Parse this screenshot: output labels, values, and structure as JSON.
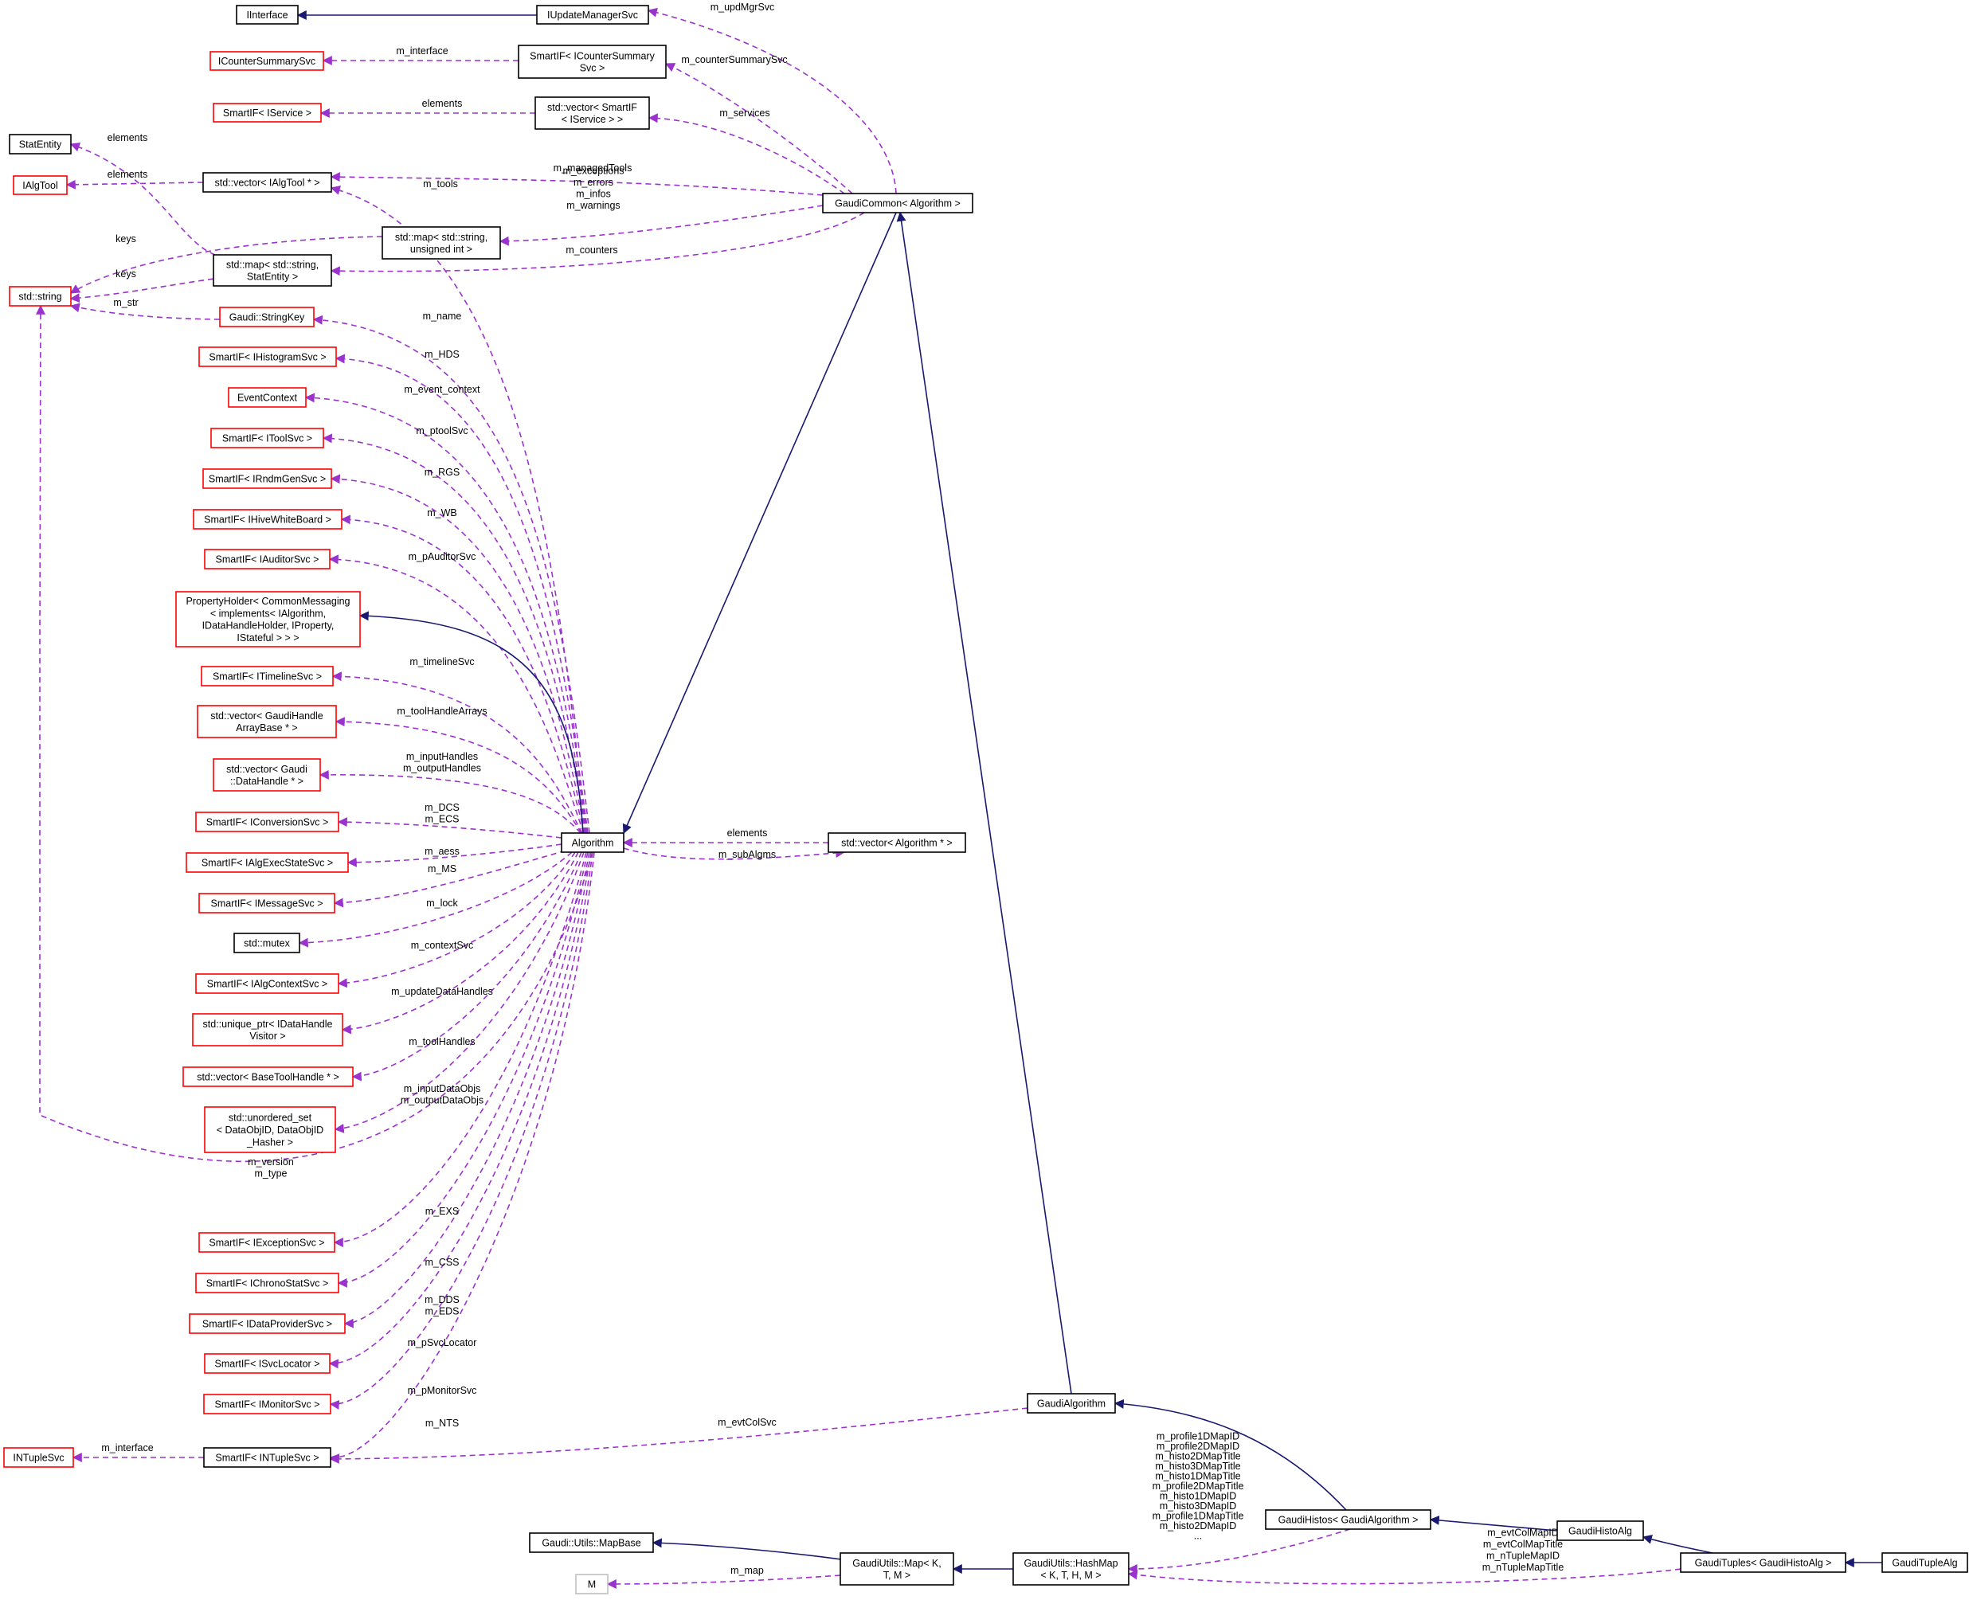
{
  "colors": {
    "inherit_edge": "#191970",
    "member_edge": "#9a32cd",
    "documented_border": "#000000",
    "undocumented_border": "#ff0000",
    "external_border": "#bfbfbf",
    "focus_fill": "#bfbfbf"
  },
  "nodes": [
    {
      "id": "IInterface",
      "lines": [
        "IInterface"
      ],
      "style": "black"
    },
    {
      "id": "IUpdateManagerSvc",
      "lines": [
        "IUpdateManagerSvc"
      ],
      "style": "black"
    },
    {
      "id": "ICounterSummarySvc",
      "lines": [
        "ICounterSummarySvc"
      ],
      "style": "red"
    },
    {
      "id": "SmartIF_ICounterSummarySvc",
      "lines": [
        "SmartIF< ICounterSummary",
        "Svc >"
      ],
      "style": "black"
    },
    {
      "id": "SmartIF_IService",
      "lines": [
        "SmartIF< IService >"
      ],
      "style": "red"
    },
    {
      "id": "vector_SmartIF_IService",
      "lines": [
        "std::vector< SmartIF",
        "< IService > >"
      ],
      "style": "black"
    },
    {
      "id": "StatEntity",
      "lines": [
        "StatEntity"
      ],
      "style": "black"
    },
    {
      "id": "IAlgTool",
      "lines": [
        "IAlgTool"
      ],
      "style": "red"
    },
    {
      "id": "vector_IAlgTool",
      "lines": [
        "std::vector< IAlgTool * >"
      ],
      "style": "black"
    },
    {
      "id": "GaudiCommon_Algorithm",
      "lines": [
        "GaudiCommon< Algorithm >"
      ],
      "style": "black"
    },
    {
      "id": "map_string_uint",
      "lines": [
        "std::map< std::string,",
        "unsigned int >"
      ],
      "style": "black"
    },
    {
      "id": "map_string_StatEntity",
      "lines": [
        "std::map< std::string,",
        "StatEntity >"
      ],
      "style": "black"
    },
    {
      "id": "std_string",
      "lines": [
        "std::string"
      ],
      "style": "red"
    },
    {
      "id": "Gaudi_StringKey",
      "lines": [
        "Gaudi::StringKey"
      ],
      "style": "red"
    },
    {
      "id": "SmartIF_IHistogramSvc",
      "lines": [
        "SmartIF< IHistogramSvc >"
      ],
      "style": "red"
    },
    {
      "id": "EventContext",
      "lines": [
        "EventContext"
      ],
      "style": "red"
    },
    {
      "id": "SmartIF_IToolSvc",
      "lines": [
        "SmartIF< IToolSvc >"
      ],
      "style": "red"
    },
    {
      "id": "SmartIF_IRndmGenSvc",
      "lines": [
        "SmartIF< IRndmGenSvc >"
      ],
      "style": "red"
    },
    {
      "id": "SmartIF_IHiveWhiteBoard",
      "lines": [
        "SmartIF< IHiveWhiteBoard >"
      ],
      "style": "red"
    },
    {
      "id": "SmartIF_IAuditorSvc",
      "lines": [
        "SmartIF< IAuditorSvc >"
      ],
      "style": "red"
    },
    {
      "id": "PropertyHolder",
      "lines": [
        "PropertyHolder< CommonMessaging",
        "< implements< IAlgorithm,",
        "IDataHandleHolder, IProperty,",
        "IStateful > > >"
      ],
      "style": "red"
    },
    {
      "id": "SmartIF_ITimelineSvc",
      "lines": [
        "SmartIF< ITimelineSvc >"
      ],
      "style": "red"
    },
    {
      "id": "vector_GaudiHandleArrayBase",
      "lines": [
        "std::vector< GaudiHandle",
        "ArrayBase * >"
      ],
      "style": "red"
    },
    {
      "id": "vector_DataHandle",
      "lines": [
        "std::vector< Gaudi",
        "::DataHandle * >"
      ],
      "style": "red"
    },
    {
      "id": "SmartIF_IConversionSvc",
      "lines": [
        "SmartIF< IConversionSvc >"
      ],
      "style": "red"
    },
    {
      "id": "SmartIF_IAlgExecStateSvc",
      "lines": [
        "SmartIF< IAlgExecStateSvc >"
      ],
      "style": "red"
    },
    {
      "id": "SmartIF_IMessageSvc",
      "lines": [
        "SmartIF< IMessageSvc >"
      ],
      "style": "red"
    },
    {
      "id": "std_mutex",
      "lines": [
        "std::mutex"
      ],
      "style": "black"
    },
    {
      "id": "SmartIF_IAlgContextSvc",
      "lines": [
        "SmartIF< IAlgContextSvc >"
      ],
      "style": "red"
    },
    {
      "id": "unique_ptr_IDataHandleVisitor",
      "lines": [
        "std::unique_ptr< IDataHandle",
        "Visitor >"
      ],
      "style": "red"
    },
    {
      "id": "vector_BaseToolHandle",
      "lines": [
        "std::vector< BaseToolHandle * >"
      ],
      "style": "red"
    },
    {
      "id": "unordered_set_DataObjID",
      "lines": [
        "std::unordered_set",
        "< DataObjID, DataObjID",
        "_Hasher >"
      ],
      "style": "red"
    },
    {
      "id": "SmartIF_IExceptionSvc",
      "lines": [
        "SmartIF< IExceptionSvc >"
      ],
      "style": "red"
    },
    {
      "id": "SmartIF_IChronoStatSvc",
      "lines": [
        "SmartIF< IChronoStatSvc >"
      ],
      "style": "red"
    },
    {
      "id": "SmartIF_IDataProviderSvc",
      "lines": [
        "SmartIF< IDataProviderSvc >"
      ],
      "style": "red"
    },
    {
      "id": "SmartIF_ISvcLocator",
      "lines": [
        "SmartIF< ISvcLocator >"
      ],
      "style": "red"
    },
    {
      "id": "SmartIF_IMonitorSvc",
      "lines": [
        "SmartIF< IMonitorSvc >"
      ],
      "style": "red"
    },
    {
      "id": "SmartIF_INTupleSvc",
      "lines": [
        "SmartIF< INTupleSvc >"
      ],
      "style": "black"
    },
    {
      "id": "INTupleSvc",
      "lines": [
        "INTupleSvc"
      ],
      "style": "red"
    },
    {
      "id": "Algorithm",
      "lines": [
        "Algorithm"
      ],
      "style": "black"
    },
    {
      "id": "vector_Algorithm",
      "lines": [
        "std::vector< Algorithm * >"
      ],
      "style": "black"
    },
    {
      "id": "GaudiAlgorithm",
      "lines": [
        "GaudiAlgorithm"
      ],
      "style": "black"
    },
    {
      "id": "GaudiHistos_GaudiAlgorithm",
      "lines": [
        "GaudiHistos< GaudiAlgorithm >"
      ],
      "style": "black"
    },
    {
      "id": "GaudiHistoAlg",
      "lines": [
        "GaudiHistoAlg"
      ],
      "style": "black"
    },
    {
      "id": "GaudiTuples_GaudiHistoAlg",
      "lines": [
        "GaudiTuples< GaudiHistoAlg >"
      ],
      "style": "black"
    },
    {
      "id": "GaudiTupleAlg",
      "lines": [
        "GaudiTupleAlg"
      ],
      "style": "focus"
    },
    {
      "id": "Gaudi_Utils_MapBase",
      "lines": [
        "Gaudi::Utils::MapBase"
      ],
      "style": "black"
    },
    {
      "id": "GaudiUtils_Map",
      "lines": [
        "GaudiUtils::Map< K,",
        "T, M >"
      ],
      "style": "black"
    },
    {
      "id": "GaudiUtils_HashMap",
      "lines": [
        "GaudiUtils::HashMap",
        "< K, T, H, M >"
      ],
      "style": "black"
    },
    {
      "id": "M",
      "lines": [
        "M"
      ],
      "style": "grey"
    }
  ],
  "edges": [
    {
      "from": "IUpdateManagerSvc",
      "to": "IInterface",
      "kind": "inherit",
      "labels": []
    },
    {
      "from": "GaudiCommon_Algorithm",
      "to": "IUpdateManagerSvc",
      "kind": "member",
      "labels": [
        "m_updMgrSvc"
      ]
    },
    {
      "from": "SmartIF_ICounterSummarySvc",
      "to": "ICounterSummarySvc",
      "kind": "member",
      "labels": [
        "m_interface"
      ]
    },
    {
      "from": "GaudiCommon_Algorithm",
      "to": "SmartIF_ICounterSummarySvc",
      "kind": "member",
      "labels": [
        "m_counterSummarySvc"
      ]
    },
    {
      "from": "vector_SmartIF_IService",
      "to": "SmartIF_IService",
      "kind": "member",
      "labels": [
        "elements"
      ]
    },
    {
      "from": "GaudiCommon_Algorithm",
      "to": "vector_SmartIF_IService",
      "kind": "member",
      "labels": [
        "m_services"
      ]
    },
    {
      "from": "map_string_StatEntity",
      "to": "StatEntity",
      "kind": "member",
      "labels": [
        "elements"
      ]
    },
    {
      "from": "vector_IAlgTool",
      "to": "IAlgTool",
      "kind": "member",
      "labels": [
        "elements"
      ]
    },
    {
      "from": "GaudiCommon_Algorithm",
      "to": "vector_IAlgTool",
      "kind": "member",
      "labels": [
        "m_managedTools"
      ]
    },
    {
      "from": "Algorithm",
      "to": "vector_IAlgTool",
      "kind": "member",
      "labels": [
        "m_tools"
      ]
    },
    {
      "from": "GaudiCommon_Algorithm",
      "to": "map_string_uint",
      "kind": "member",
      "labels": [
        "m_exceptions",
        "m_errors",
        "m_infos",
        "m_warnings"
      ]
    },
    {
      "from": "GaudiCommon_Algorithm",
      "to": "map_string_StatEntity",
      "kind": "member",
      "labels": [
        "m_counters"
      ]
    },
    {
      "from": "map_string_uint",
      "to": "std_string",
      "kind": "member",
      "labels": [
        "keys"
      ]
    },
    {
      "from": "map_string_StatEntity",
      "to": "std_string",
      "kind": "member",
      "labels": [
        "keys"
      ]
    },
    {
      "from": "Gaudi_StringKey",
      "to": "std_string",
      "kind": "member",
      "labels": [
        "m_str"
      ]
    },
    {
      "from": "Algorithm",
      "to": "std_string",
      "kind": "member",
      "labels": [
        "m_version",
        "m_type"
      ]
    },
    {
      "from": "Algorithm",
      "to": "Gaudi_StringKey",
      "kind": "member",
      "labels": [
        "m_name"
      ]
    },
    {
      "from": "Algorithm",
      "to": "SmartIF_IHistogramSvc",
      "kind": "member",
      "labels": [
        "m_HDS"
      ]
    },
    {
      "from": "Algorithm",
      "to": "EventContext",
      "kind": "member",
      "labels": [
        "m_event_context"
      ]
    },
    {
      "from": "Algorithm",
      "to": "SmartIF_IToolSvc",
      "kind": "member",
      "labels": [
        "m_ptoolSvc"
      ]
    },
    {
      "from": "Algorithm",
      "to": "SmartIF_IRndmGenSvc",
      "kind": "member",
      "labels": [
        "m_RGS"
      ]
    },
    {
      "from": "Algorithm",
      "to": "SmartIF_IHiveWhiteBoard",
      "kind": "member",
      "labels": [
        "m_WB"
      ]
    },
    {
      "from": "Algorithm",
      "to": "SmartIF_IAuditorSvc",
      "kind": "member",
      "labels": [
        "m_pAuditorSvc"
      ]
    },
    {
      "from": "Algorithm",
      "to": "PropertyHolder",
      "kind": "inherit",
      "labels": []
    },
    {
      "from": "Algorithm",
      "to": "SmartIF_ITimelineSvc",
      "kind": "member",
      "labels": [
        "m_timelineSvc"
      ]
    },
    {
      "from": "Algorithm",
      "to": "vector_GaudiHandleArrayBase",
      "kind": "member",
      "labels": [
        "m_toolHandleArrays"
      ]
    },
    {
      "from": "Algorithm",
      "to": "vector_DataHandle",
      "kind": "member",
      "labels": [
        "m_inputHandles",
        "m_outputHandles"
      ]
    },
    {
      "from": "Algorithm",
      "to": "SmartIF_IConversionSvc",
      "kind": "member",
      "labels": [
        "m_DCS",
        "m_ECS"
      ]
    },
    {
      "from": "Algorithm",
      "to": "SmartIF_IAlgExecStateSvc",
      "kind": "member",
      "labels": [
        "m_aess"
      ]
    },
    {
      "from": "Algorithm",
      "to": "SmartIF_IMessageSvc",
      "kind": "member",
      "labels": [
        "m_MS"
      ]
    },
    {
      "from": "Algorithm",
      "to": "std_mutex",
      "kind": "member",
      "labels": [
        "m_lock"
      ]
    },
    {
      "from": "Algorithm",
      "to": "SmartIF_IAlgContextSvc",
      "kind": "member",
      "labels": [
        "m_contextSvc"
      ]
    },
    {
      "from": "Algorithm",
      "to": "unique_ptr_IDataHandleVisitor",
      "kind": "member",
      "labels": [
        "m_updateDataHandles"
      ]
    },
    {
      "from": "Algorithm",
      "to": "vector_BaseToolHandle",
      "kind": "member",
      "labels": [
        "m_toolHandles"
      ]
    },
    {
      "from": "Algorithm",
      "to": "unordered_set_DataObjID",
      "kind": "member",
      "labels": [
        "m_inputDataObjs",
        "m_outputDataObjs"
      ]
    },
    {
      "from": "Algorithm",
      "to": "SmartIF_IExceptionSvc",
      "kind": "member",
      "labels": [
        "m_EXS"
      ]
    },
    {
      "from": "Algorithm",
      "to": "SmartIF_IChronoStatSvc",
      "kind": "member",
      "labels": [
        "m_CSS"
      ]
    },
    {
      "from": "Algorithm",
      "to": "SmartIF_IDataProviderSvc",
      "kind": "member",
      "labels": [
        "m_DDS",
        "m_EDS"
      ]
    },
    {
      "from": "Algorithm",
      "to": "SmartIF_ISvcLocator",
      "kind": "member",
      "labels": [
        "m_pSvcLocator"
      ]
    },
    {
      "from": "Algorithm",
      "to": "SmartIF_IMonitorSvc",
      "kind": "member",
      "labels": [
        "m_pMonitorSvc"
      ]
    },
    {
      "from": "Algorithm",
      "to": "SmartIF_INTupleSvc",
      "kind": "member",
      "labels": [
        "m_NTS"
      ]
    },
    {
      "from": "SmartIF_INTupleSvc",
      "to": "INTupleSvc",
      "kind": "member",
      "labels": [
        "m_interface"
      ]
    },
    {
      "from": "GaudiAlgorithm",
      "to": "SmartIF_INTupleSvc",
      "kind": "member",
      "labels": [
        "m_evtColSvc"
      ]
    },
    {
      "from": "vector_Algorithm",
      "to": "Algorithm",
      "kind": "member",
      "labels": [
        "elements"
      ]
    },
    {
      "from": "Algorithm",
      "to": "vector_Algorithm",
      "kind": "member",
      "labels": [
        "m_subAlgms"
      ]
    },
    {
      "from": "GaudiCommon_Algorithm",
      "to": "Algorithm",
      "kind": "inherit",
      "labels": []
    },
    {
      "from": "GaudiAlgorithm",
      "to": "GaudiCommon_Algorithm",
      "kind": "inherit",
      "labels": []
    },
    {
      "from": "GaudiHistos_GaudiAlgorithm",
      "to": "GaudiAlgorithm",
      "kind": "inherit",
      "labels": []
    },
    {
      "from": "GaudiHistoAlg",
      "to": "GaudiHistos_GaudiAlgorithm",
      "kind": "inherit",
      "labels": []
    },
    {
      "from": "GaudiTuples_GaudiHistoAlg",
      "to": "GaudiHistoAlg",
      "kind": "inherit",
      "labels": []
    },
    {
      "from": "GaudiTupleAlg",
      "to": "GaudiTuples_GaudiHistoAlg",
      "kind": "inherit",
      "labels": []
    },
    {
      "from": "GaudiHistos_GaudiAlgorithm",
      "to": "GaudiUtils_HashMap",
      "kind": "member",
      "labels": [
        "m_profile1DMapID",
        "m_profile2DMapID",
        "m_histo2DMapTitle",
        "m_histo3DMapTitle",
        "m_histo1DMapTitle",
        "m_profile2DMapTitle",
        "m_histo1DMapID",
        "m_histo3DMapID",
        "m_profile1DMapTitle",
        "m_histo2DMapID",
        "..."
      ]
    },
    {
      "from": "GaudiTuples_GaudiHistoAlg",
      "to": "GaudiUtils_HashMap",
      "kind": "member",
      "labels": [
        "m_evtColMapID",
        "m_evtColMapTitle",
        "m_nTupleMapID",
        "m_nTupleMapTitle"
      ]
    },
    {
      "from": "GaudiUtils_HashMap",
      "to": "GaudiUtils_Map",
      "kind": "inherit",
      "labels": []
    },
    {
      "from": "GaudiUtils_Map",
      "to": "Gaudi_Utils_MapBase",
      "kind": "inherit",
      "labels": []
    },
    {
      "from": "GaudiUtils_Map",
      "to": "M",
      "kind": "member",
      "labels": [
        "m_map"
      ]
    }
  ]
}
